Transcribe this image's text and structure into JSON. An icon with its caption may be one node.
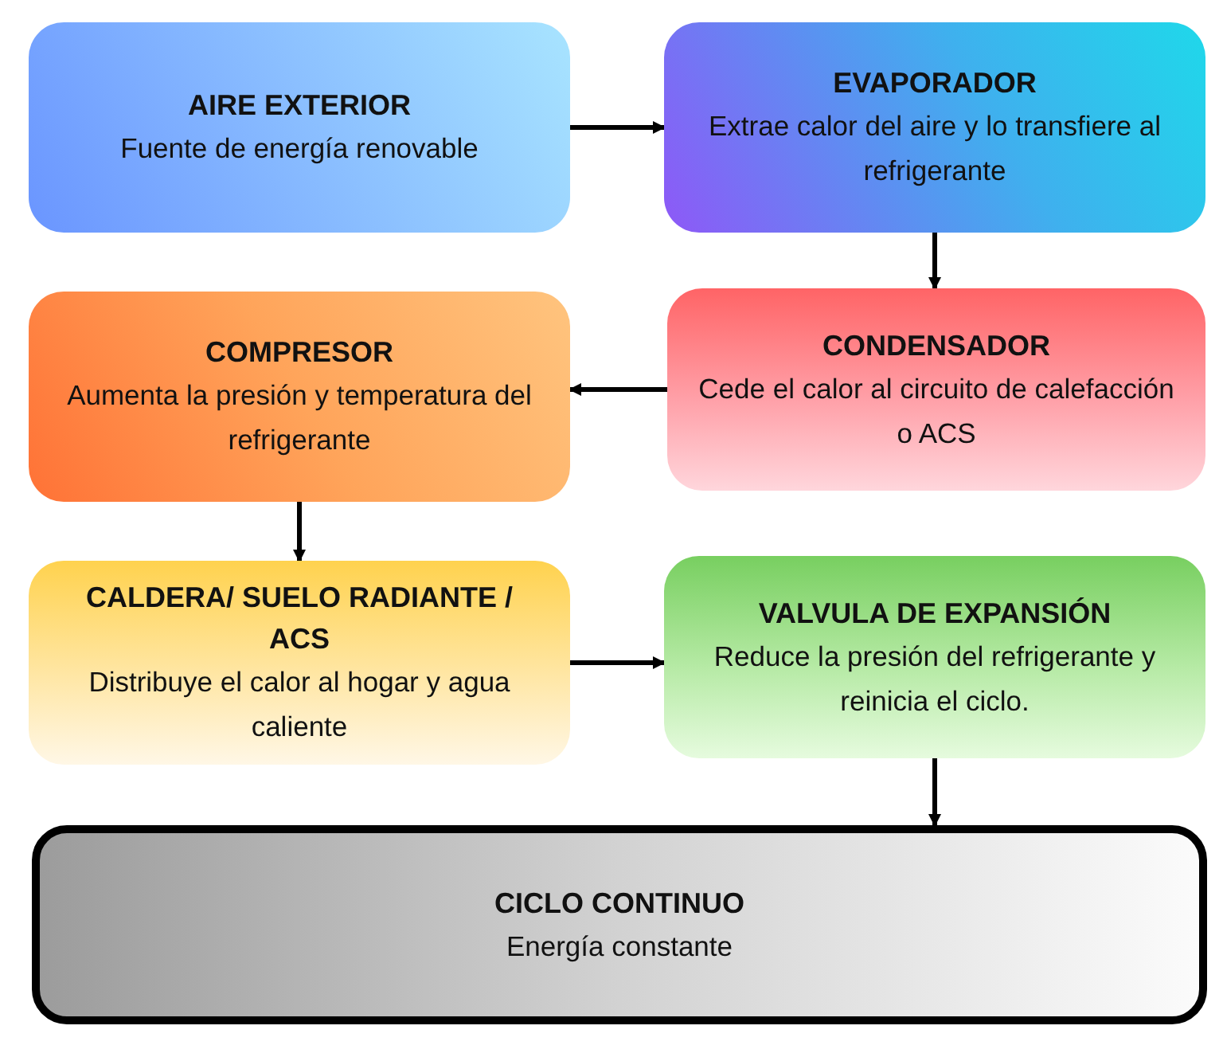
{
  "diagram": {
    "nodes": [
      {
        "text": [
          "AIRE EXTERIOR",
          "Fuente de energía renovable"
        ]
      },
      {
        "text": [
          "EVAPORADOR",
          "Extrae calor del aire y lo transfiere al refrigerante"
        ]
      },
      {
        "text": [
          "COMPRESOR",
          "Aumenta la presión y temperatura del refrigerante"
        ]
      },
      {
        "text": [
          "CONDENSADOR",
          "Cede el calor al circuito de calefacción o ACS"
        ]
      },
      {
        "text": [
          "CALDERA/ SUELO RADIANTE / ACS",
          "Distribuye el calor al hogar y agua caliente"
        ]
      },
      {
        "text": [
          "VALVULA DE EXPANSIÓN",
          "Reduce la presión del refrigerante y reinicia el ciclo."
        ]
      },
      {
        "text": [
          "CICLO CONTINUO",
          "Energía constante"
        ]
      }
    ],
    "edges": [
      {
        "from": 0,
        "to": 1,
        "arrow": "to"
      },
      {
        "from": 1,
        "to": 3,
        "arrow": "to"
      },
      {
        "from": 3,
        "to": 2,
        "arrow": "to"
      },
      {
        "from": 2,
        "to": 4,
        "arrow": "to"
      },
      {
        "from": 4,
        "to": 5,
        "arrow": "to"
      },
      {
        "from": 5,
        "to": 6,
        "arrow": "to"
      }
    ]
  }
}
